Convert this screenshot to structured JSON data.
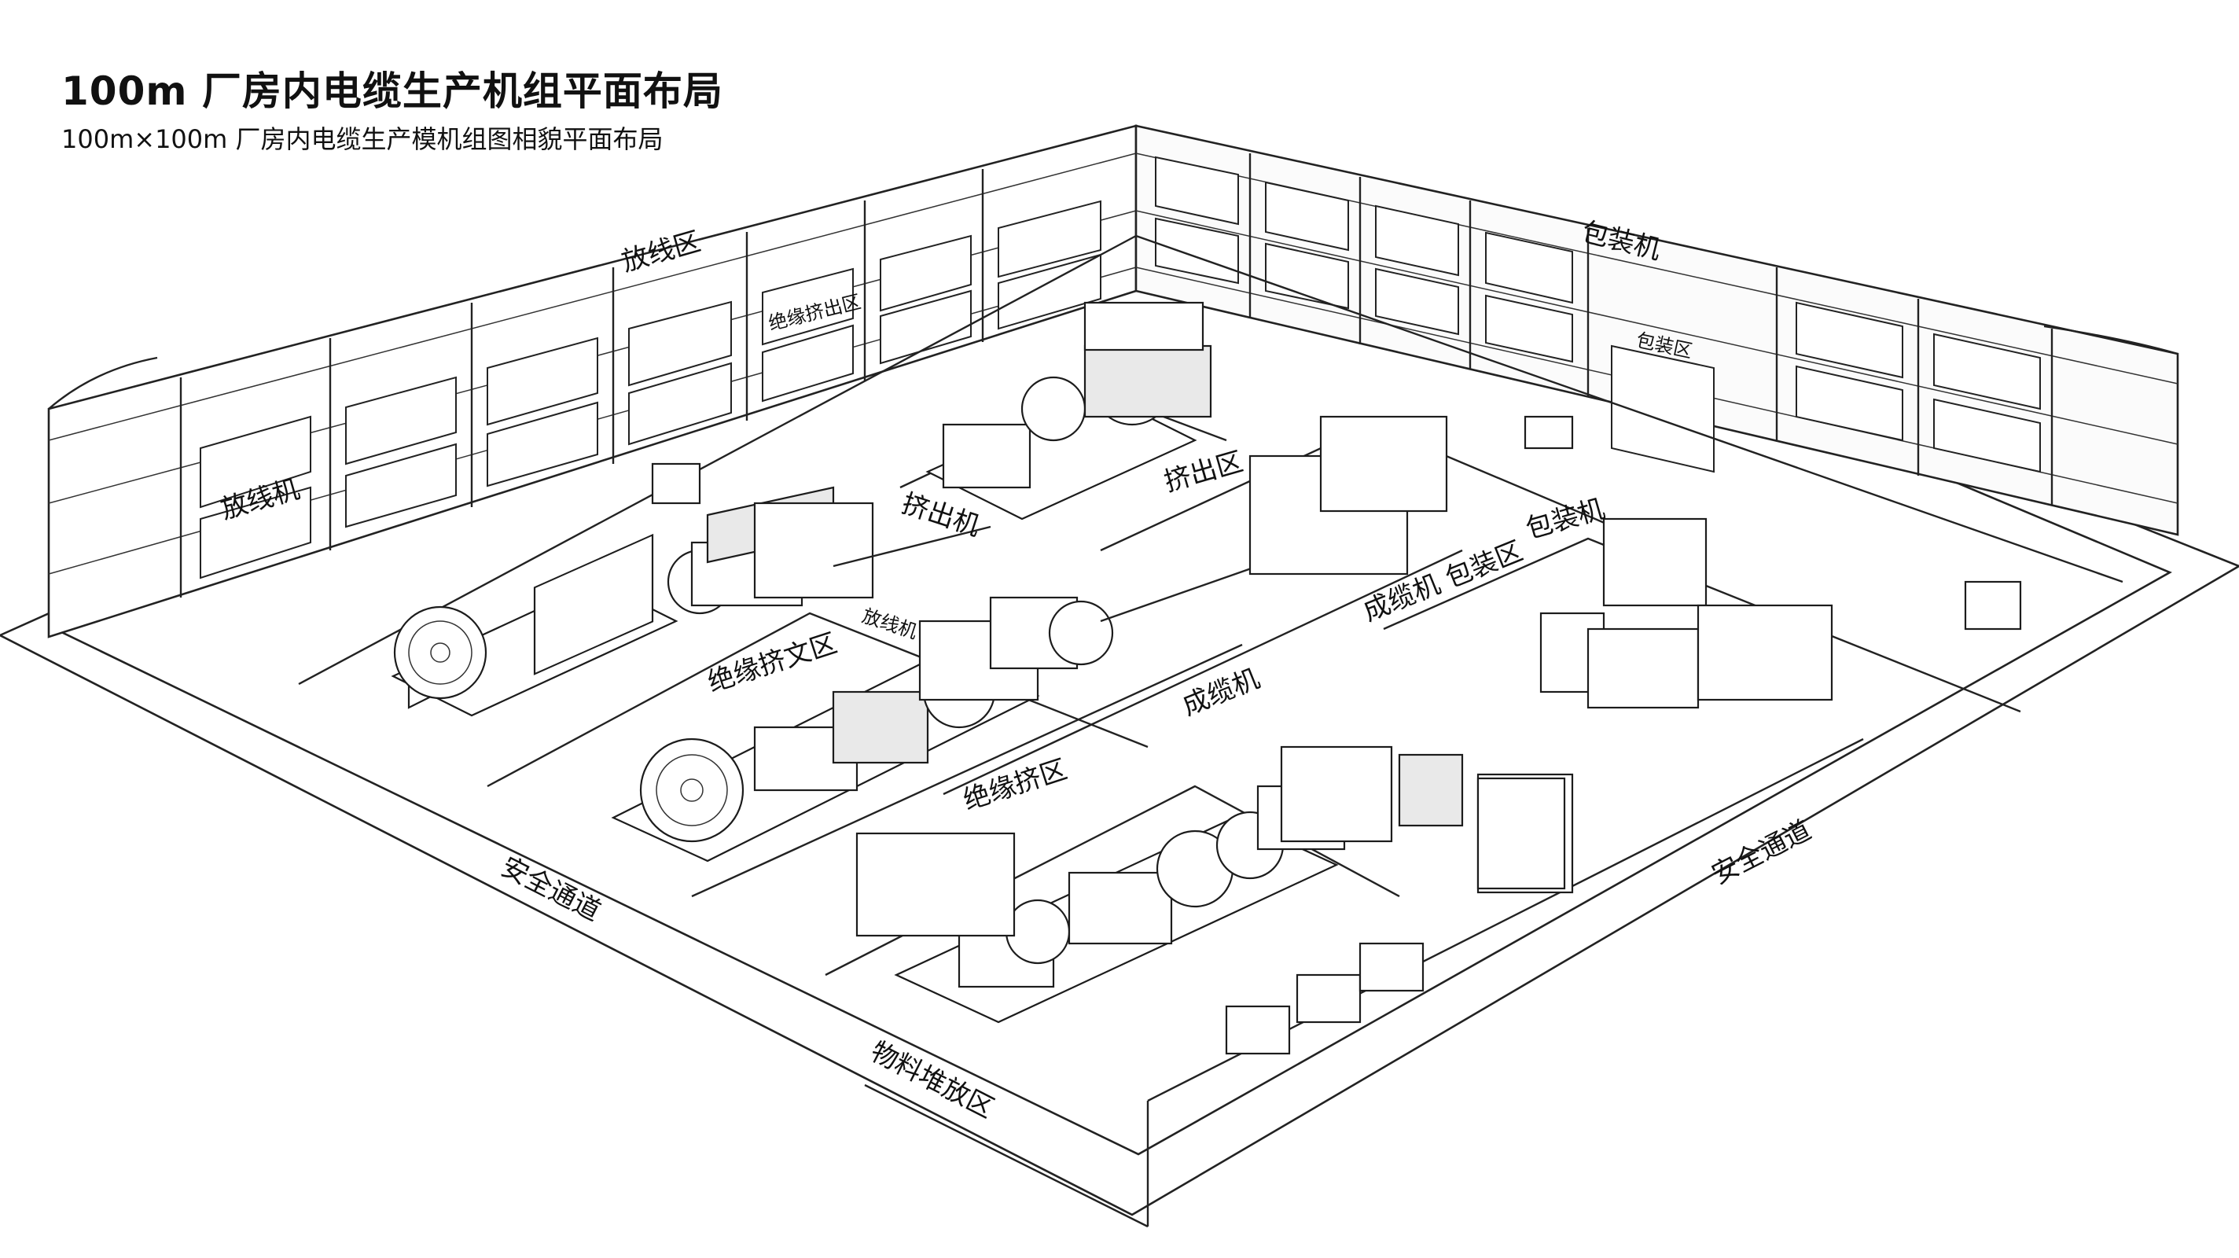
{
  "title": "100m  厂房内电缆生产机组平面布局",
  "subtitle": "100m×100m  厂房内电缆生产模机组图相貌平面布局",
  "labels": {
    "payoff_zone_wall": "放线区",
    "insulation_zone_wall": "绝缘挤出区",
    "packing_machine_wall": "包装机",
    "packing_zone_door": "包装区",
    "payoff_machine": "放线机",
    "extruder_1": "挤出机",
    "extrusion_zone": "挤出区",
    "packing_machine": "包装机",
    "insulation_extrusion_zone": "绝缘挤文区",
    "payoff_small": "放线机",
    "cabling_packing_zone": "成缆机  包装区",
    "cabling_machine": "成缆机",
    "insulation_zone": "绝缘挤区",
    "safety_aisle_left": "安全通道",
    "safety_aisle_right": "安全通道",
    "material_storage_zone": "物料堆放区"
  },
  "icons": {
    "cable_drum": "cable-drum-icon",
    "pallet": "pallet-icon",
    "cabinet": "control-cabinet-icon"
  }
}
